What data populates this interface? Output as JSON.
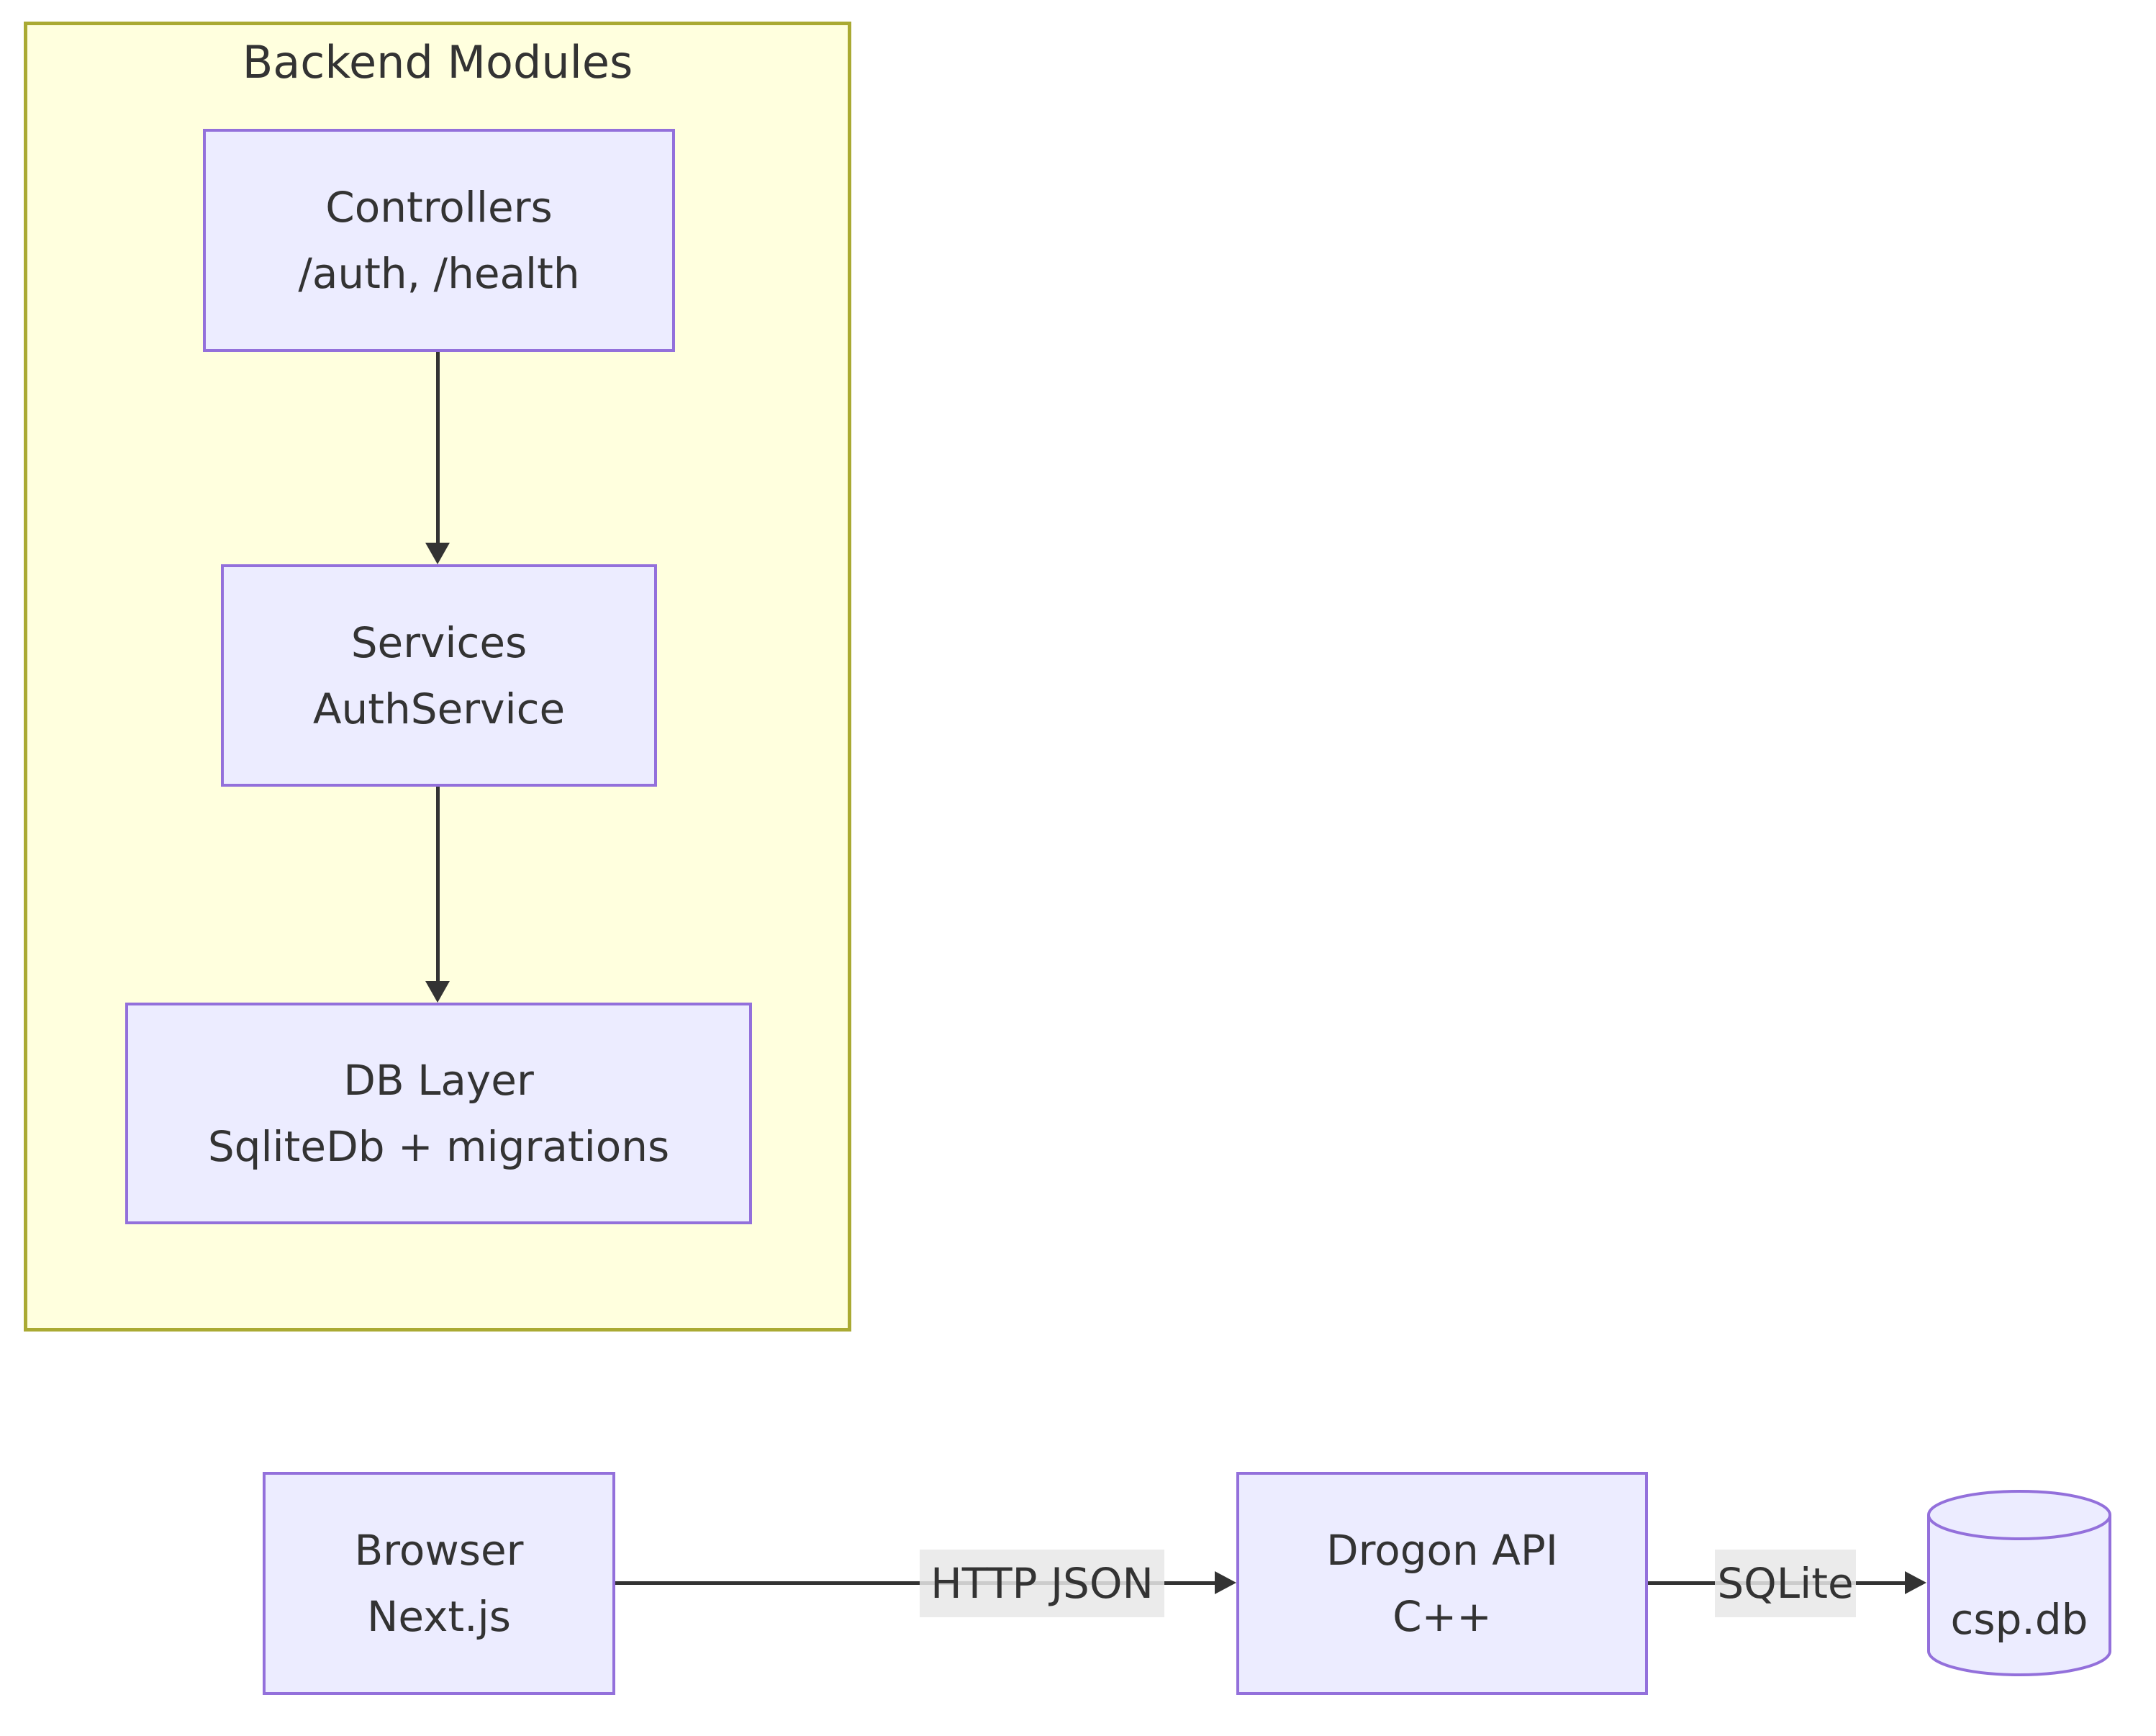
{
  "colors": {
    "canvas_bg": "#ffffff",
    "subgraph_fill": "#ffffde",
    "subgraph_border": "#aaaa33",
    "node_fill": "#ececff",
    "node_border": "#9370db",
    "edge_color": "#333333",
    "text_color": "#333333",
    "edge_label_bg": "#e8e8e8"
  },
  "subgraph": {
    "title": "Backend Modules"
  },
  "nodes": {
    "controllers": {
      "line1": "Controllers",
      "line2": "/auth, /health"
    },
    "services": {
      "line1": "Services",
      "line2": "AuthService"
    },
    "db_layer": {
      "line1": "DB Layer",
      "line2": "SqliteDb + migrations"
    },
    "browser": {
      "line1": "Browser",
      "line2": "Next.js"
    },
    "drogon_api": {
      "line1": "Drogon API",
      "line2": "C++"
    },
    "database": {
      "label": "csp.db"
    }
  },
  "edges": {
    "controllers_to_services": {
      "label": ""
    },
    "services_to_db_layer": {
      "label": ""
    },
    "browser_to_drogon": {
      "label": "HTTP JSON"
    },
    "drogon_to_database": {
      "label": "SQLite"
    }
  }
}
